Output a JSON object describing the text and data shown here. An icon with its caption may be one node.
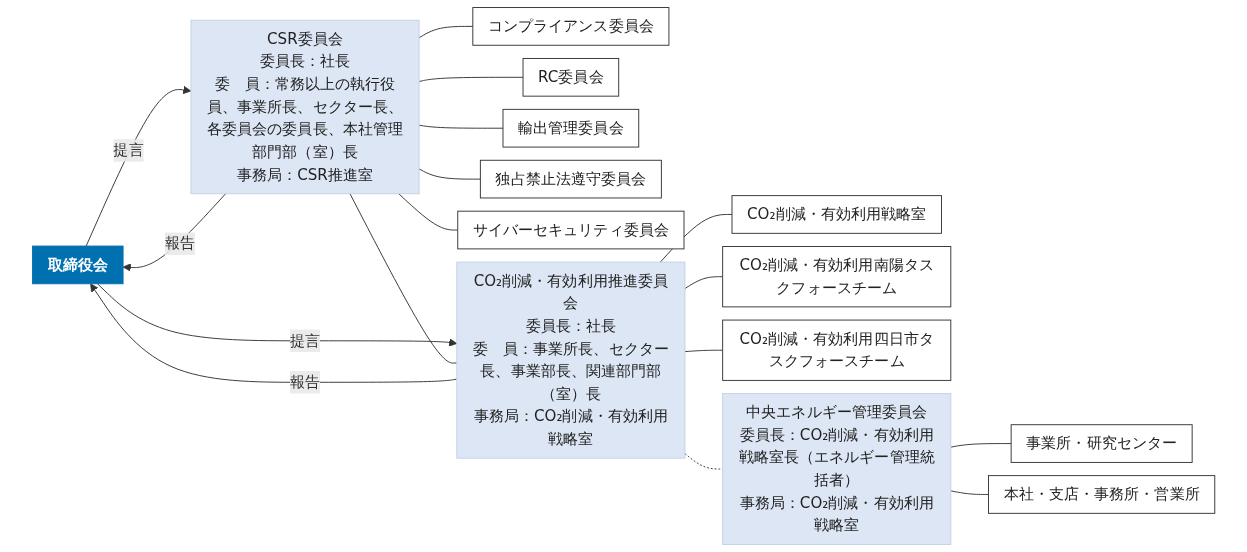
{
  "diagram": {
    "nodes": [
      {
        "text": [
          "取締役会"
        ]
      },
      {
        "text": [
          "CSR委員会",
          "委員長：社長",
          "委　員：常務以上の執行役員、事業所長、セクター長、各委員会の委員長、本社管理部門部（室）長",
          "事務局：CSR推進室"
        ]
      },
      {
        "text": [
          "コンプライアンス委員会"
        ]
      },
      {
        "text": [
          "RC委員会"
        ]
      },
      {
        "text": [
          "輸出管理委員会"
        ]
      },
      {
        "text": [
          "独占禁止法遵守委員会"
        ]
      },
      {
        "text": [
          "サイバーセキュリティ委員会"
        ]
      },
      {
        "text": [
          "CO₂削減・有効利用推進委員会",
          "委員長：社長",
          "委　員：事業所長、セクター長、事業部長、関連部門部（室）長",
          "事務局：CO₂削減・有効利用戦略室"
        ]
      },
      {
        "text": [
          "CO₂削減・有効利用戦略室"
        ]
      },
      {
        "text": [
          "CO₂削減・有効利用南陽タスクフォースチーム"
        ]
      },
      {
        "text": [
          "CO₂削減・有効利用四日市タスクフォースチーム"
        ]
      },
      {
        "text": [
          "中央エネルギー管理委員会",
          "委員長：CO₂削減・有効利用戦略室長（エネルギー管理統括者）",
          "事務局：CO₂削減・有効利用戦略室"
        ]
      },
      {
        "text": [
          "事業所・研究センター"
        ]
      },
      {
        "text": [
          "本社・支店・事務所・営業所"
        ]
      }
    ],
    "edges": [
      {
        "from": 1,
        "to": 0,
        "arrow": "to",
        "label": "報告"
      },
      {
        "from": 0,
        "to": 1,
        "arrow": "to",
        "label": "提言"
      },
      {
        "from": 7,
        "to": 0,
        "arrow": "to",
        "label": "報告"
      },
      {
        "from": 0,
        "to": 7,
        "arrow": "to",
        "label": "提言"
      },
      {
        "from": 1,
        "to": 7,
        "arrow": "none"
      },
      {
        "from": 7,
        "to": 11,
        "arrow": "none",
        "style": "dashed"
      },
      {
        "from": 1,
        "to": 2,
        "arrow": "none"
      },
      {
        "from": 1,
        "to": 3,
        "arrow": "none"
      },
      {
        "from": 1,
        "to": 4,
        "arrow": "none"
      },
      {
        "from": 1,
        "to": 5,
        "arrow": "none"
      },
      {
        "from": 1,
        "to": 6,
        "arrow": "none"
      },
      {
        "from": 7,
        "to": 8,
        "arrow": "none"
      },
      {
        "from": 7,
        "to": 9,
        "arrow": "none"
      },
      {
        "from": 7,
        "to": 10,
        "arrow": "none"
      },
      {
        "from": 11,
        "to": 12,
        "arrow": "none"
      },
      {
        "from": 11,
        "to": 13,
        "arrow": "none"
      }
    ]
  }
}
